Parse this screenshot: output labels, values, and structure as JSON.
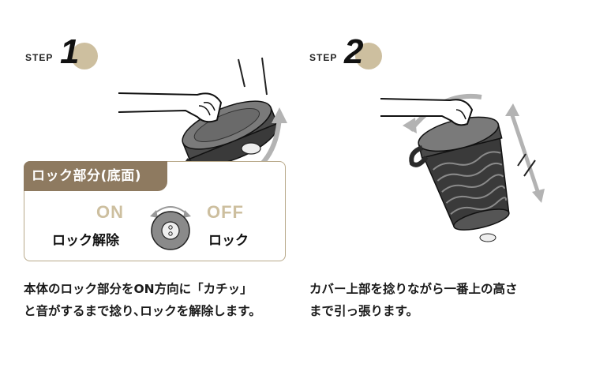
{
  "step1": {
    "label": "STEP",
    "number": "1",
    "lock_title": "ロック部分(底面)",
    "on_label": "ON",
    "off_label": "OFF",
    "unlock_label": "ロック解除",
    "lock_label": "ロック",
    "description": [
      "本体のロック部分をON方向に「カチッ」",
      "と音がするまで捻り､ロックを解除します。"
    ]
  },
  "step2": {
    "label": "STEP",
    "number": "2",
    "description": [
      "カバー上部を捻りながら一番上の高さ",
      "まで引っ張ります。"
    ]
  },
  "colors": {
    "accent": "#cdbf9f",
    "title_bg": "#8e7a60",
    "product_dark": "#3a3a3a",
    "product_mid": "#6f6f6f",
    "arrow_gray": "#b3b3b3"
  }
}
